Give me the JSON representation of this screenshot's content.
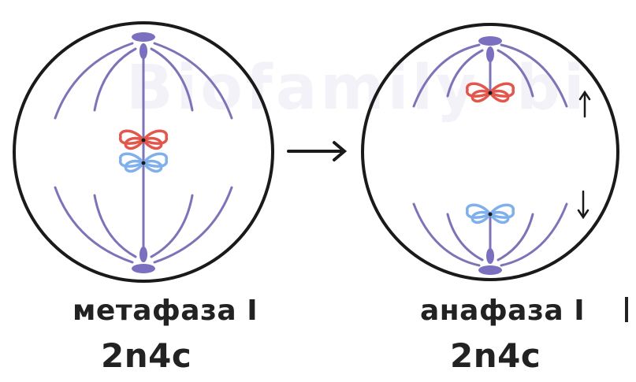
{
  "panels": [
    {
      "phase": "метафаза I",
      "formula": "2n4c"
    },
    {
      "phase": "анафаза I",
      "formula": "2n4c"
    }
  ],
  "watermark": "Biofamily",
  "colors": {
    "outline": "#1a1a1a",
    "spindle": "#7d74b8",
    "pole": "#7a70bf",
    "chromosome_red": "#e2564c",
    "chromosome_blue": "#7fb0ec",
    "arrow": "#1a1a1a"
  }
}
